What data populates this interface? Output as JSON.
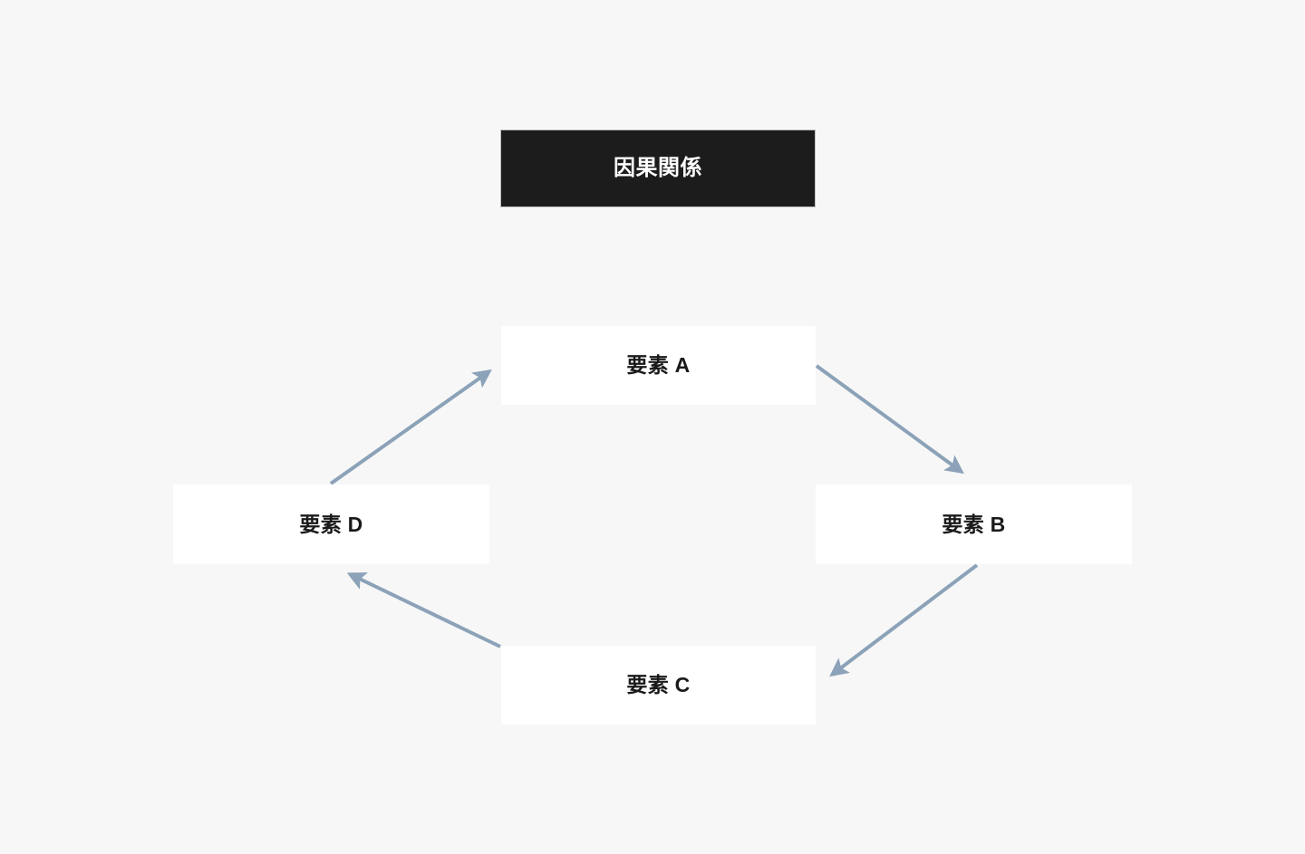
{
  "diagram": {
    "title": "因果関係",
    "background_color": "#f7f7f7",
    "title_box_color": "#1c1c1c",
    "title_text_color": "#ffffff",
    "node_fill_color": "#ffffff",
    "node_text_color": "#1a1a1a",
    "edge_color": "#8ba2b8",
    "nodes": [
      {
        "id": "a",
        "label": "要素 A"
      },
      {
        "id": "b",
        "label": "要素 B"
      },
      {
        "id": "c",
        "label": "要素 C"
      },
      {
        "id": "d",
        "label": "要素 D"
      }
    ],
    "edges": [
      {
        "from": "要素 A",
        "to": "要素 B"
      },
      {
        "from": "要素 B",
        "to": "要素 C"
      },
      {
        "from": "要素 C",
        "to": "要素 D"
      },
      {
        "from": "要素 D",
        "to": "要素 A"
      }
    ]
  }
}
